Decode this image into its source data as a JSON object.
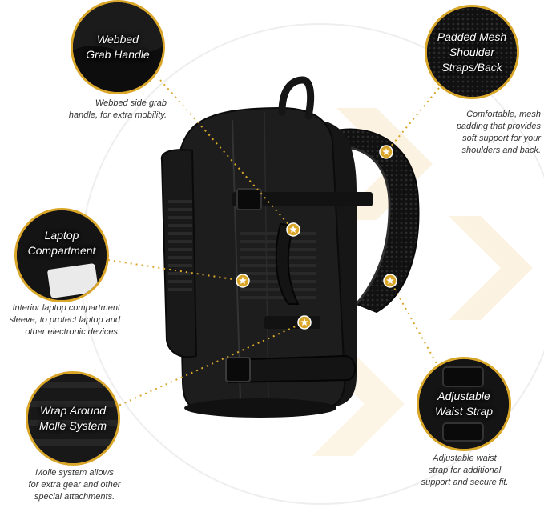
{
  "colors": {
    "accent": "#d9a62a",
    "dark": "#141414",
    "text": "#333333",
    "bag": "#1f1f1f"
  },
  "features": [
    {
      "id": "webbed-grab-handle",
      "title": "Webbed Grab Handle",
      "title_lines": [
        "Webbed",
        "Grab Handle"
      ],
      "description_lines": [
        "Webbed side grab",
        "handle, for extra mobility."
      ],
      "icon": "star-marker-icon"
    },
    {
      "id": "padded-mesh-straps",
      "title": "Padded Mesh Shoulder Straps/Back",
      "title_lines": [
        "Padded Mesh",
        "Shoulder",
        "Straps/Back"
      ],
      "description_lines": [
        "Comfortable, mesh",
        "padding that provides",
        "soft support for your",
        "shoulders and back."
      ],
      "icon": "star-marker-icon"
    },
    {
      "id": "laptop-compartment",
      "title": "Laptop Compartment",
      "title_lines": [
        "Laptop",
        "Compartment"
      ],
      "description_lines": [
        "Interior laptop compartment",
        "sleeve, to protect laptop and",
        "other electronic devices."
      ],
      "icon": "star-marker-icon"
    },
    {
      "id": "wrap-around-molle",
      "title": "Wrap Around Molle System",
      "title_lines": [
        "Wrap Around",
        "Molle System"
      ],
      "description_lines": [
        "Molle system allows",
        "for extra gear and other",
        "special attachments."
      ],
      "icon": "star-marker-icon"
    },
    {
      "id": "adjustable-waist-strap",
      "title": "Adjustable Waist Strap",
      "title_lines": [
        "Adjustable",
        "Waist Strap"
      ],
      "description_lines": [
        "Adjustable waist",
        "strap for additional",
        "support and secure fit."
      ],
      "icon": "star-marker-icon"
    }
  ]
}
